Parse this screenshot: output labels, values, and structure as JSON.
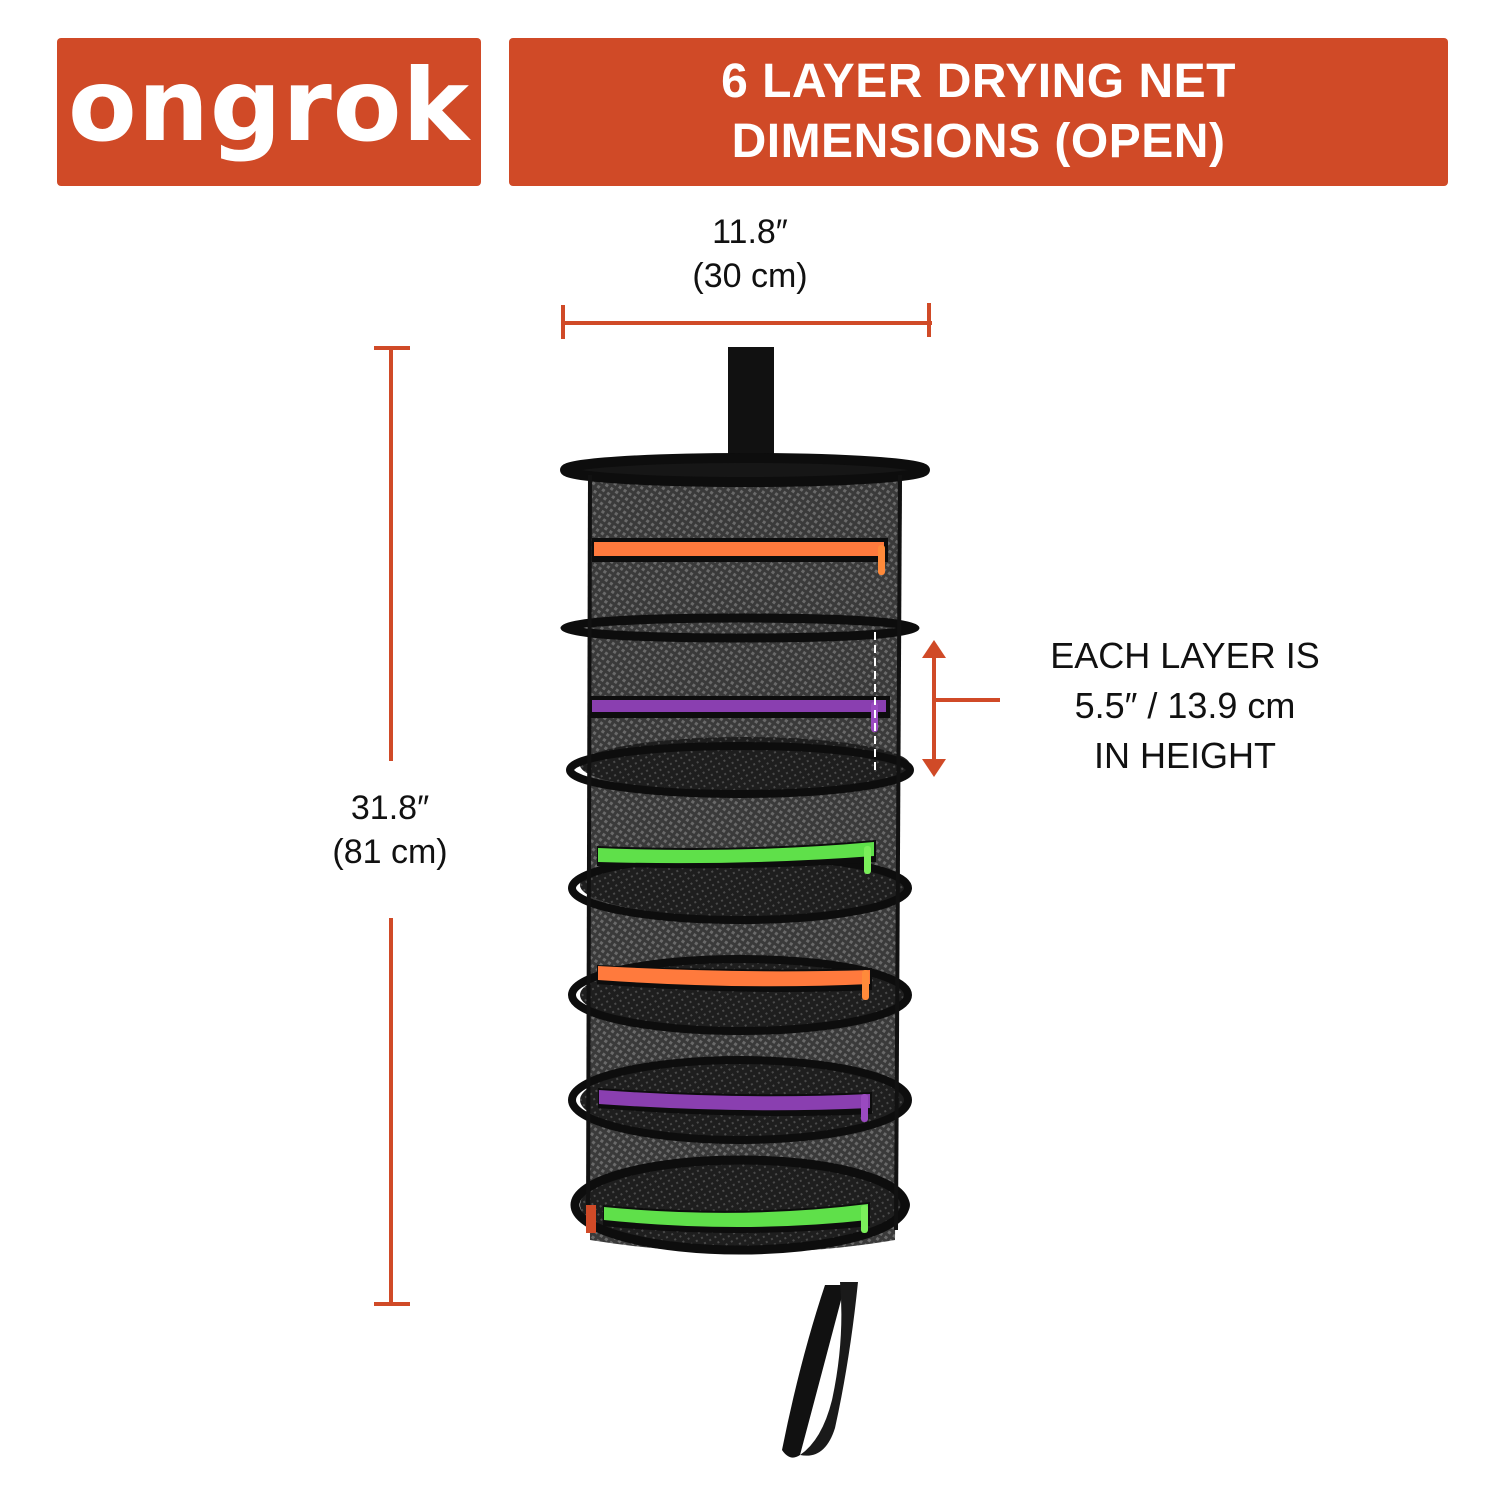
{
  "brand": {
    "logo_text": "ongrok",
    "accent_color": "#d04a27"
  },
  "header": {
    "title_lines": [
      "6 LAYER DRYING NET",
      "DIMENSIONS (OPEN)"
    ]
  },
  "dimensions": {
    "width": {
      "imperial": "11.8″",
      "metric": "(30 cm)"
    },
    "height": {
      "imperial": "31.8″",
      "metric": "(81 cm)"
    },
    "layer_height": {
      "lines": [
        "EACH LAYER IS",
        "5.5″ / 13.9 cm",
        "IN HEIGHT"
      ]
    }
  },
  "product": {
    "name": "6 layer drying net",
    "layers": 6,
    "zipper_colors": [
      "#ff7a3d",
      "#8a3fb0",
      "#5fe04a",
      "#ff7a3d",
      "#8a3fb0",
      "#5fe04a"
    ],
    "mesh_color": "#2a2a2a",
    "strap_color": "#111111"
  }
}
